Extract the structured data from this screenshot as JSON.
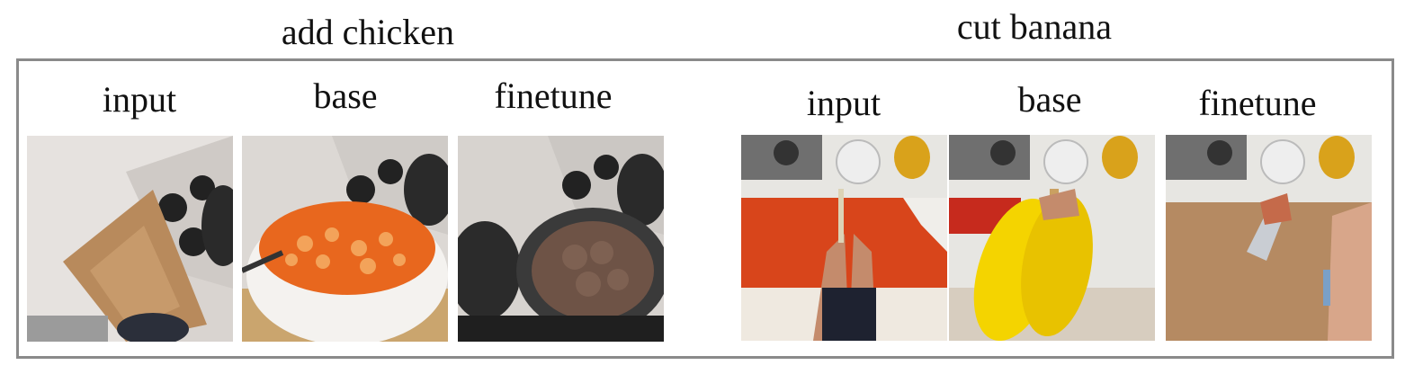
{
  "groups": [
    {
      "title": "add chicken",
      "columns": [
        {
          "label": "input",
          "scene": "kitchen-stove-cutting-board"
        },
        {
          "label": "base",
          "scene": "bowl-of-orange-chicken-stew"
        },
        {
          "label": "finetune",
          "scene": "pan-of-browned-chicken"
        }
      ]
    },
    {
      "title": "cut banana",
      "columns": [
        {
          "label": "input",
          "scene": "hands-at-counter-with-knife"
        },
        {
          "label": "base",
          "scene": "large-bananas-in-hands"
        },
        {
          "label": "finetune",
          "scene": "knife-over-wooden-board"
        }
      ]
    }
  ]
}
